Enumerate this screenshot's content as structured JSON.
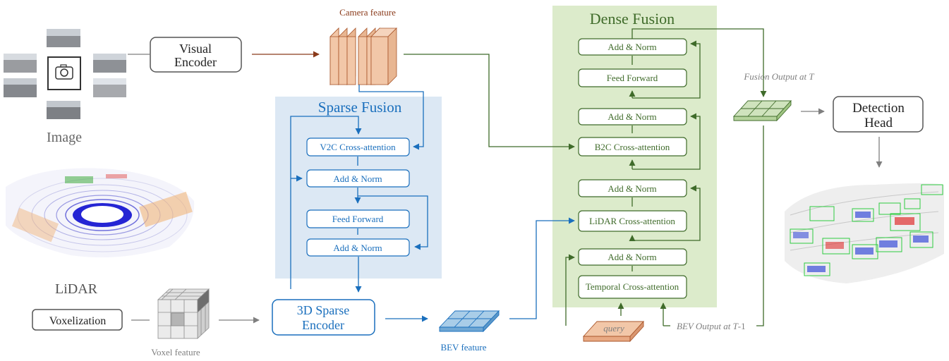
{
  "camera_feature_label": "Camera feature",
  "sparse_fusion": {
    "title": "Sparse Fusion",
    "blocks": [
      "V2C Cross-attention",
      "Add & Norm",
      "Feed Forward",
      "Add & Norm"
    ]
  },
  "dense_fusion": {
    "title": "Dense Fusion",
    "blocks": [
      "Add & Norm",
      "Feed Forward",
      "Add & Norm",
      "B2C Cross-attention",
      "Add & Norm",
      "LiDAR Cross-attention",
      "Add & Norm",
      "Temporal Cross-attention"
    ]
  },
  "visual_encoder": {
    "line1": "Visual",
    "line2": "Encoder"
  },
  "image_label": "Image",
  "lidar_label": "LiDAR",
  "voxelization_label": "Voxelization",
  "voxel_feature_label": "Voxel feature",
  "sparse_encoder": {
    "line1": "3D Sparse",
    "line2": "Encoder"
  },
  "bev_feature_label": "BEV feature",
  "query_label": "query",
  "bev_output_label": {
    "prefix": "BEV Output at ",
    "var": "T",
    "suffix": "-1"
  },
  "fusion_output_label": {
    "prefix": "Fusion Output at ",
    "var": "T"
  },
  "detection_head": {
    "line1": "Detection",
    "line2": "Head"
  },
  "colors": {
    "sparse_blue": "#1a6fbd",
    "sparse_bg": "#dce8f4",
    "dense_green": "#3f6b2a",
    "dense_bg": "#dcebcb",
    "camera_brown": "#8a3a1a",
    "feature_orange": "#f2c7a8",
    "gray_text": "#808080"
  }
}
